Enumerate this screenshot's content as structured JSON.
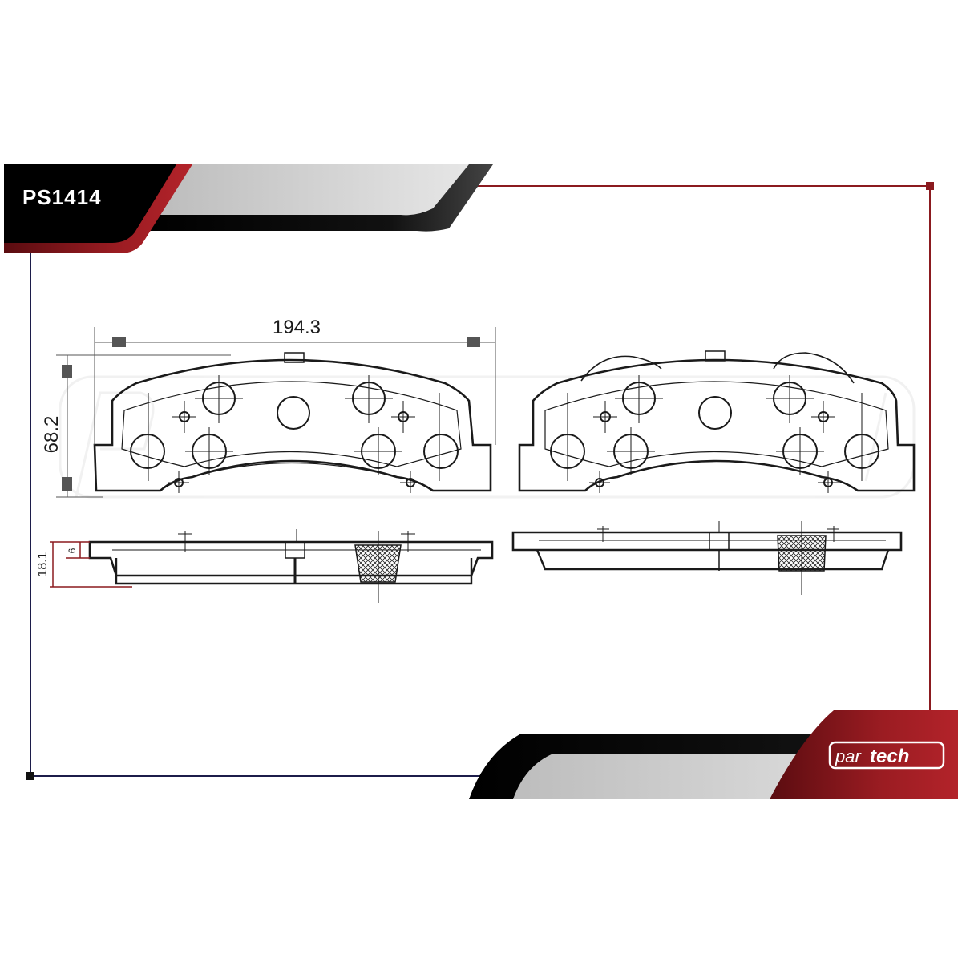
{
  "header": {
    "part_number": "PS1414"
  },
  "dimensions": {
    "width": "194.3",
    "height": "68.2",
    "thickness_total": "18.1",
    "thickness_plate": "6"
  },
  "brand": {
    "logo_left": "par",
    "logo_right": "tech"
  },
  "colors": {
    "accent_red": "#8b1a1f",
    "frame_line": "#111111",
    "drawing_line": "#1a1a1a",
    "grey_band": "#cfcfcf"
  }
}
